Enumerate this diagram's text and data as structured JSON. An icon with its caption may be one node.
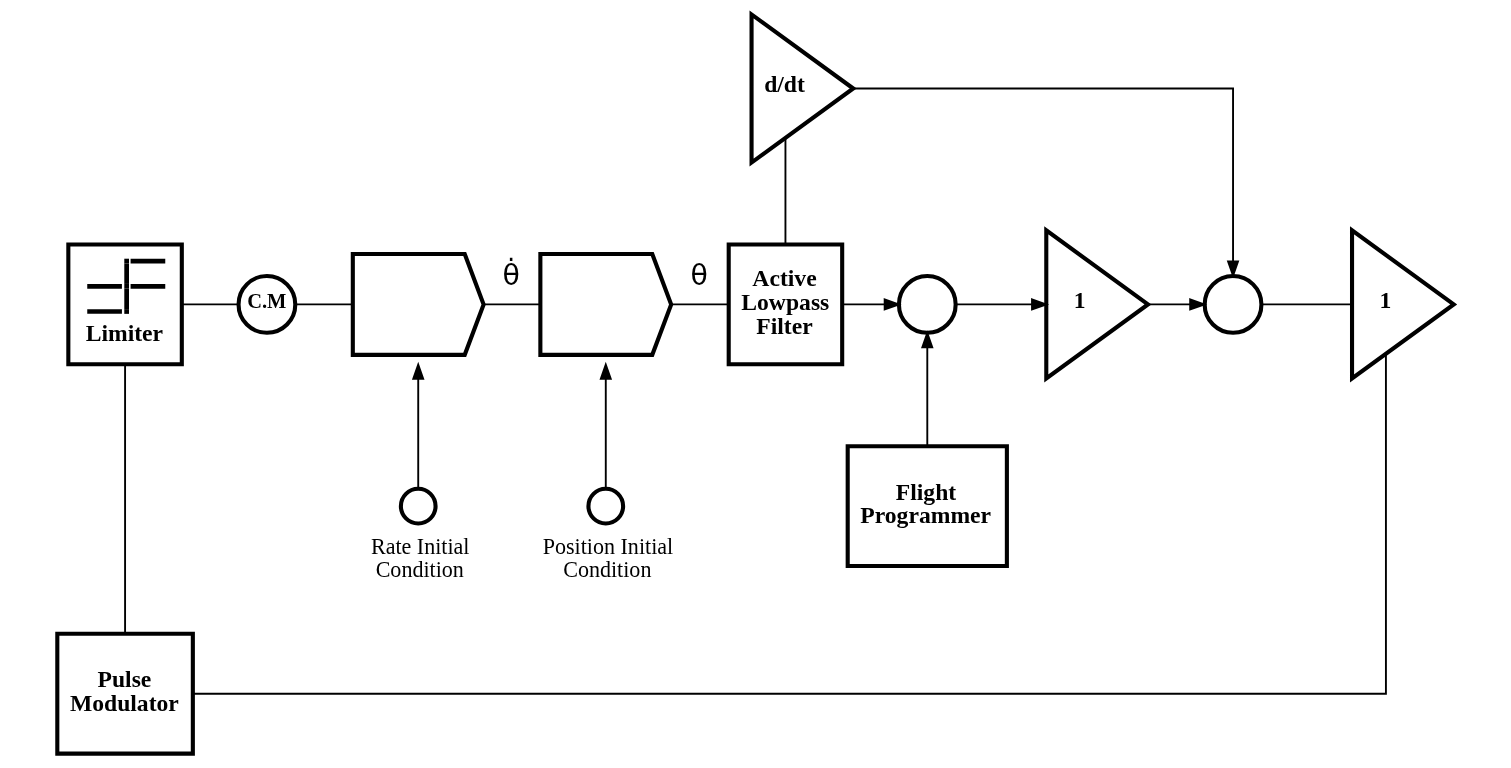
{
  "diagram": {
    "nodes": [
      {
        "text": [
          "Limiter"
        ]
      },
      {
        "text": [
          "C.M"
        ]
      },
      {
        "text": [],
        "shape": "pentagon"
      },
      {
        "text": [],
        "shape": "pentagon"
      },
      {
        "text": [
          "Active Lowpass Filter"
        ]
      },
      {
        "text": [],
        "shape": "circle",
        "beside": [
          "Rate Initial Condition"
        ]
      },
      {
        "text": [],
        "shape": "circle",
        "beside": [
          "Position Initial Condition"
        ]
      },
      {
        "text": [],
        "shape": "circle"
      },
      {
        "text": [
          "Flight Programmer"
        ]
      },
      {
        "text": [
          "d/dt"
        ]
      },
      {
        "text": [
          "1"
        ]
      },
      {
        "text": [],
        "shape": "circle"
      },
      {
        "text": [
          "1"
        ]
      },
      {
        "text": [
          "Pulse Modulator"
        ]
      }
    ],
    "edges": [
      {
        "from": 0,
        "to": 1,
        "arrow": "none"
      },
      {
        "from": 1,
        "to": 2,
        "arrow": "none"
      },
      {
        "from": 2,
        "to": 3,
        "arrow": "none",
        "label": "θ̇"
      },
      {
        "from": 3,
        "to": 4,
        "arrow": "none",
        "label": "θ"
      },
      {
        "from": 5,
        "to": 2,
        "arrow": "to"
      },
      {
        "from": 6,
        "to": 3,
        "arrow": "to"
      },
      {
        "from": 4,
        "to": 7,
        "arrow": "to"
      },
      {
        "from": 4,
        "to": 9,
        "arrow": "none"
      },
      {
        "from": 8,
        "to": 7,
        "arrow": "to"
      },
      {
        "from": 7,
        "to": 10,
        "arrow": "to"
      },
      {
        "from": 9,
        "to": 11,
        "arrow": "to"
      },
      {
        "from": 10,
        "to": 11,
        "arrow": "to"
      },
      {
        "from": 11,
        "to": 12,
        "arrow": "none"
      },
      {
        "from": 12,
        "to": 13,
        "arrow": "none"
      },
      {
        "from": 13,
        "to": 0,
        "arrow": "none"
      }
    ]
  }
}
